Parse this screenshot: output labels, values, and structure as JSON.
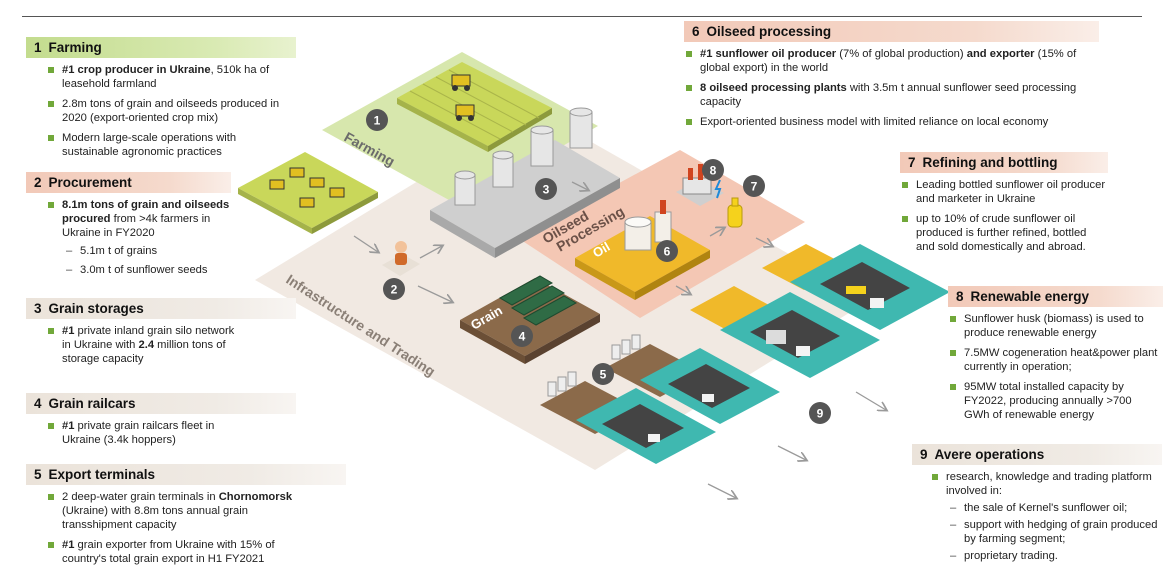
{
  "sections": {
    "farming": {
      "num": "1",
      "title": "Farming",
      "bullets": [
        {
          "b": "#1 crop producer in Ukraine",
          "t": ", 510k ha of leasehold farmland"
        },
        {
          "t": "2.8m tons of grain and oilseeds produced in 2020 (export-oriented crop mix)"
        },
        {
          "t": "Modern large-scale operations with sustainable agronomic practices"
        }
      ]
    },
    "procurement": {
      "num": "2",
      "title": "Procurement",
      "bullet_bold": "8.1m tons of grain and oilseeds procured",
      "bullet_rest": " from >4k farmers in Ukraine in FY2020",
      "sub": [
        "5.1m t of grains",
        "3.0m t of sunflower seeds"
      ]
    },
    "storages": {
      "num": "3",
      "title": "Grain storages",
      "b1": "#1",
      "t1": " private inland grain silo network in Ukraine with ",
      "b2": "2.4",
      "t2": " million tons of storage capacity"
    },
    "railcars": {
      "num": "4",
      "title": "Grain railcars",
      "b1": "#1",
      "t1": " private grain railcars fleet in Ukraine (3.4k hoppers)"
    },
    "export": {
      "num": "5",
      "title": "Export terminals",
      "l1a": "2 deep-water grain terminals in ",
      "l1b": "Chornomorsk",
      "l1c": " (Ukraine) with 8.8m tons annual grain transshipment capacity",
      "l2a": "#1",
      "l2b": " grain exporter from Ukraine with 15% of country's total grain export in H1 FY2021"
    },
    "oilseed": {
      "num": "6",
      "title": "Oilseed processing",
      "l1a": "#1 sunflower oil producer",
      "l1b": " (7% of global production) ",
      "l1c": "and exporter",
      "l1d": " (15% of global export) in the world",
      "l2a": "8 oilseed processing plants",
      "l2b": " with 3.5m t annual sunflower seed processing capacity",
      "l3": "Export-oriented business model with limited reliance on local economy"
    },
    "refining": {
      "num": "7",
      "title": "Refining and bottling",
      "bullets": [
        "Leading bottled sunflower oil producer and marketer in Ukraine",
        "up to 10% of crude sunflower oil produced is further refined, bottled and sold domestically and abroad."
      ]
    },
    "renewable": {
      "num": "8",
      "title": "Renewable energy",
      "bullets": [
        "Sunflower husk (biomass) is used to produce renewable energy",
        "7.5MW cogeneration heat&power plant currently in operation;",
        "95MW total installed capacity by FY2022, producing annually >700 GWh of renewable energy"
      ]
    },
    "avere": {
      "num": "9",
      "title": "Avere operations",
      "bullet": "research, knowledge and trading platform involved in:",
      "sub": [
        "the sale of Kernel's sunflower oil;",
        "support with hedging of grain produced by farming segment;",
        "proprietary trading."
      ]
    }
  },
  "diagram": {
    "farming_label": "Farming",
    "infra_label": "Infrastructure and Trading",
    "oilseed_label_1": "Oilseed",
    "oilseed_label_2": "Processing",
    "oil_label": "Oil",
    "grain_label": "Grain",
    "markers": [
      "1",
      "2",
      "3",
      "4",
      "5",
      "6",
      "7",
      "8",
      "9"
    ]
  },
  "colors": {
    "green_header": "#c3dc8e",
    "pink_header": "#f2c9b8",
    "neutral_header": "#ebe3da",
    "bullet": "#71a83a",
    "marker": "#555555",
    "farm_green": "#d7e7ad",
    "infra_beige": "#f1e9e2",
    "oil_pink": "#f4c7b4",
    "oil_yellow": "#f0b92a",
    "grain_brown": "#8b6a4a",
    "water_teal": "#3fb8b0"
  }
}
